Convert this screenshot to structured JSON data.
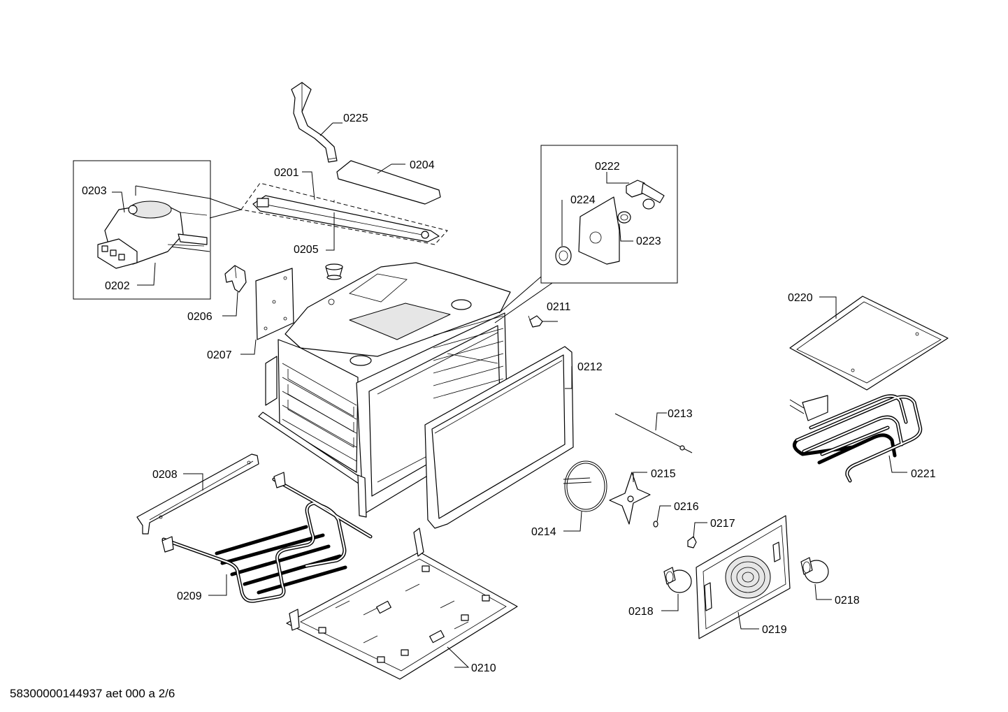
{
  "labels": {
    "p0201": "0201",
    "p0202": "0202",
    "p0203": "0203",
    "p0204": "0204",
    "p0205": "0205",
    "p0206": "0206",
    "p0207": "0207",
    "p0208": "0208",
    "p0209": "0209",
    "p0210": "0210",
    "p0211": "0211",
    "p0212": "0212",
    "p0213": "0213",
    "p0214": "0214",
    "p0215": "0215",
    "p0216": "0216",
    "p0217": "0217",
    "p0218a": "0218",
    "p0218b": "0218",
    "p0219": "0219",
    "p0220": "0220",
    "p0221": "0221",
    "p0222": "0222",
    "p0223": "0223",
    "p0224": "0224",
    "p0225": "0225"
  },
  "footer": "58300000144937 aet 000 a 2/6"
}
